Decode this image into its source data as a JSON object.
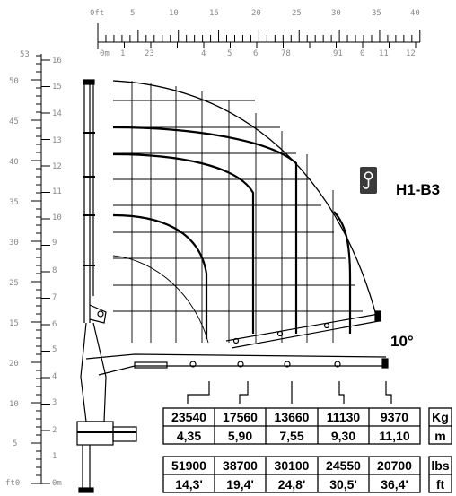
{
  "top_scale_ft": {
    "zero_label": "0ft",
    "labels": [
      "5",
      "10",
      "15",
      "20",
      "25",
      "30",
      "35",
      "40"
    ]
  },
  "top_scale_m": {
    "zero_label": "0m",
    "labels": [
      "1",
      "23",
      "4",
      "5",
      "6",
      "78",
      "91",
      "0",
      "11",
      "12"
    ]
  },
  "left_scale_ft": {
    "labels": [
      "53",
      "50",
      "45",
      "40",
      "35",
      "30",
      "25",
      "20",
      "15",
      "10",
      "5"
    ],
    "zero_label": "ft0"
  },
  "left_scale_m": {
    "labels": [
      "16",
      "15",
      "14",
      "13",
      "12",
      "11",
      "10",
      "9",
      "8",
      "7",
      "6",
      "5",
      "4",
      "3",
      "2",
      "1"
    ],
    "zero_label": "0m"
  },
  "model": {
    "label": "H1-B3",
    "icon": "hook-icon"
  },
  "boom_angle": "10°",
  "load_table_metric": {
    "loads": [
      "23540",
      "17560",
      "13660",
      "11130",
      "9370"
    ],
    "reaches": [
      "4,35",
      "5,90",
      "7,55",
      "9,30",
      "11,10"
    ],
    "load_unit": "Kg",
    "reach_unit": "m"
  },
  "load_table_imperial": {
    "loads": [
      "51900",
      "38700",
      "30100",
      "24550",
      "20700"
    ],
    "reaches": [
      "14,3'",
      "19,4'",
      "24,8'",
      "30,5'",
      "36,4'"
    ],
    "load_unit": "lbs",
    "reach_unit": "ft"
  },
  "colors": {
    "line": "#000000",
    "scale": "#8a8a8a",
    "background": "#ffffff"
  }
}
